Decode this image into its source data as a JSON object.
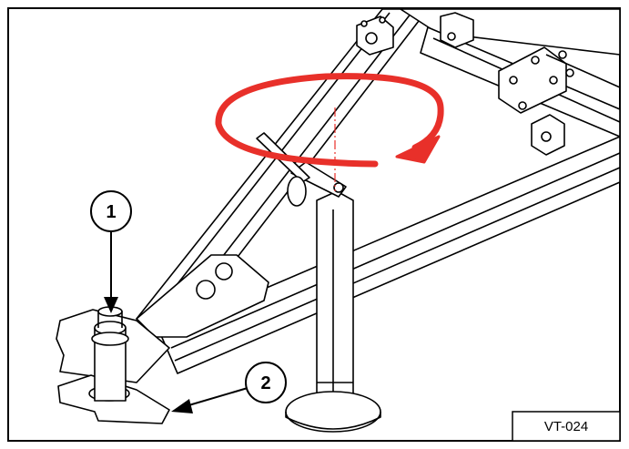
{
  "figure": {
    "callouts": [
      {
        "number": "1",
        "meaning": ""
      },
      {
        "number": "2",
        "meaning": ""
      }
    ],
    "reference_code": "VT-024",
    "colors": {
      "rotation_arrow": "#e8302a",
      "line_art": "#000000",
      "centerline": "#e8302a",
      "background": "#ffffff"
    }
  }
}
